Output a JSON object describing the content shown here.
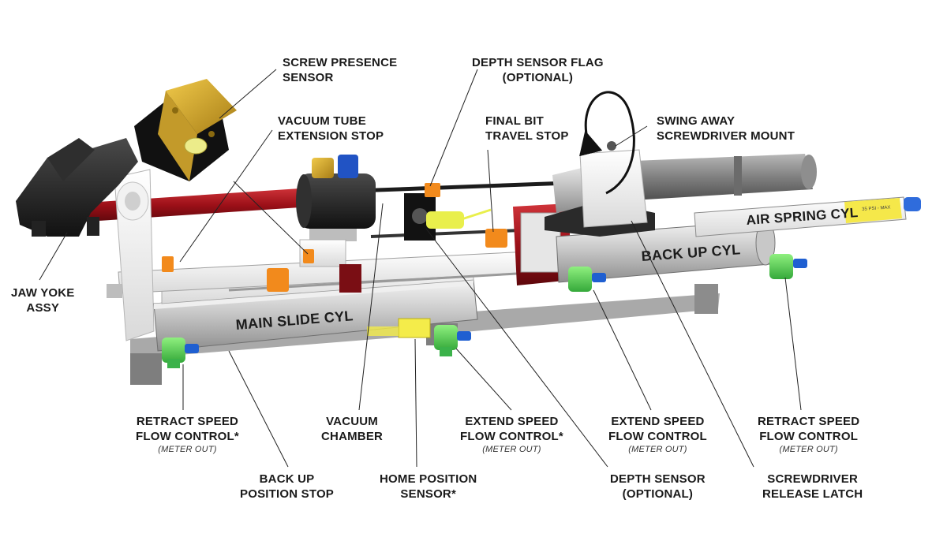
{
  "labels": {
    "screw_presence_sensor": [
      "SCREW PRESENCE",
      "SENSOR"
    ],
    "depth_sensor_flag": [
      "DEPTH SENSOR FLAG",
      "(OPTIONAL)"
    ],
    "vacuum_tube_extension_stop": [
      "VACUUM TUBE",
      "EXTENSION STOP"
    ],
    "final_bit_travel_stop": [
      "FINAL BIT",
      "TRAVEL STOP"
    ],
    "swing_away_screwdriver_mount": [
      "SWING AWAY",
      "SCREWDRIVER MOUNT"
    ],
    "jaw_yoke_assy": [
      "JAW YOKE",
      "ASSY"
    ],
    "retract_speed_flow_control_star": [
      "RETRACT SPEED",
      "FLOW CONTROL*"
    ],
    "retract_speed_flow_control_star_note": "(METER OUT)",
    "vacuum_chamber": [
      "VACUUM",
      "CHAMBER"
    ],
    "extend_speed_flow_control_star": [
      "EXTEND SPEED",
      "FLOW CONTROL*"
    ],
    "extend_speed_flow_control_star_note": "(METER OUT)",
    "extend_speed_flow_control": [
      "EXTEND SPEED",
      "FLOW CONTROL"
    ],
    "extend_speed_flow_control_note": "(METER OUT)",
    "retract_speed_flow_control": [
      "RETRACT SPEED",
      "FLOW CONTROL"
    ],
    "retract_speed_flow_control_note": "(METER OUT)",
    "back_up_position_stop": [
      "BACK UP",
      "POSITION STOP"
    ],
    "home_position_sensor": [
      "HOME POSITION",
      "SENSOR*"
    ],
    "depth_sensor": [
      "DEPTH SENSOR",
      "(OPTIONAL)"
    ],
    "screwdriver_release_latch": [
      "SCREWDRIVER",
      "RELEASE LATCH"
    ]
  },
  "part_text": {
    "main_slide_cyl": "MAIN SLIDE CYL",
    "back_up_cyl": "BACK UP CYL",
    "air_spring_cyl": "AIR SPRING CYL",
    "air_spring_tag": "35 PSI - MAX"
  },
  "colors": {
    "accent_orange": "#f28a1c",
    "fitting_green": "#5fd35a",
    "fitting_blue": "#1f5fd1",
    "vacuum_tube_red": "#a3121a",
    "stop_yellow": "#f6e35a",
    "label_black": "#1a1a1a"
  },
  "icons": [
    "rotation-arrow-icon"
  ]
}
